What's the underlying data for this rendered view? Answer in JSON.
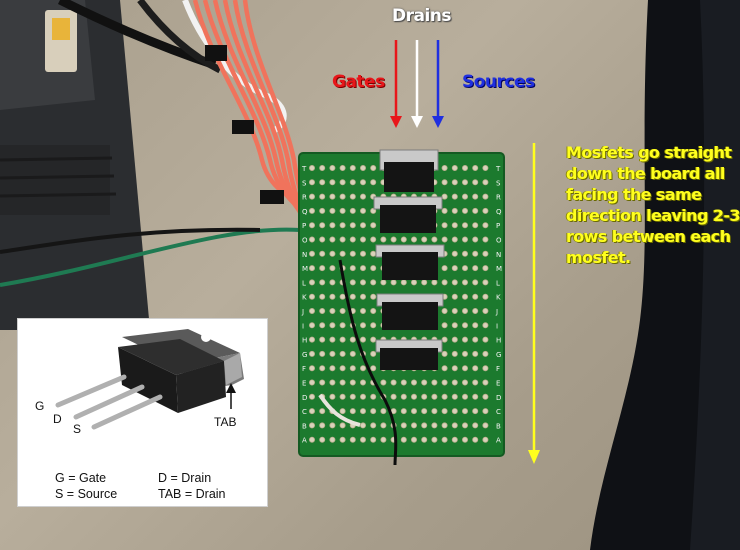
{
  "annotations": {
    "drains": "Drains",
    "gates": "Gates",
    "sources": "Sources",
    "note": "Mosfets go straight down the board all facing the same direction leaving 2-3 rows between each mosfet."
  },
  "pinout_diagram": {
    "pins": {
      "g": "G",
      "d": "D",
      "s": "S",
      "tab": "TAB"
    },
    "legend": {
      "gate": "G = Gate",
      "source": "S = Source",
      "drain": "D = Drain",
      "tab_drain": "TAB = Drain"
    }
  },
  "board": {
    "row_letters": "ABCDEFGHIJKLMNOPQRST"
  },
  "colors": {
    "gates_label": "#e8161a",
    "sources_label": "#1f2fe0",
    "drains_label": "#ffffff",
    "note_text": "#ffff1e",
    "board_green": "#1c7a2e"
  }
}
